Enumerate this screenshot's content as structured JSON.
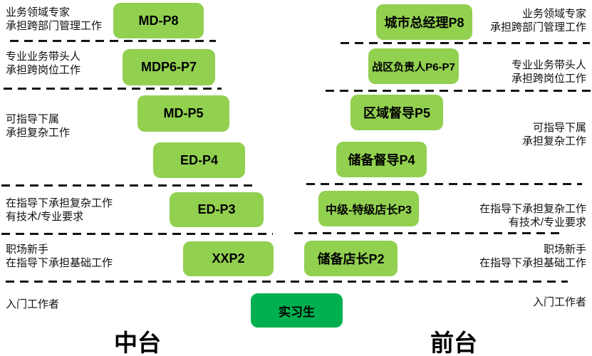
{
  "diagram": {
    "colors": {
      "level_box_green": "#92D050",
      "intern_green": "#00B050",
      "dash_line": "#141414",
      "text": "#000000"
    },
    "left": {
      "platform_label": "中台",
      "boxes": [
        {
          "label": "MD-P8"
        },
        {
          "label": "MDP6-P7"
        },
        {
          "label": "MD-P5"
        },
        {
          "label": "ED-P4"
        },
        {
          "label": "ED-P3"
        },
        {
          "label": "XXP2"
        }
      ],
      "descriptions": [
        "业务领域专家\n承担跨部门管理工作",
        "专业业务带头人\n承担跨岗位工作",
        "可指导下属\n承担复杂工作",
        "在指导下承担复杂工作\n有技术/专业要求",
        "职场新手\n在指导下承担基础工作",
        "入门工作者"
      ]
    },
    "right": {
      "platform_label": "前台",
      "boxes": [
        {
          "label": "城市总经理P8"
        },
        {
          "label": "战区负责人P6-P7"
        },
        {
          "label": "区域督导P5"
        },
        {
          "label": "储备督导P4"
        },
        {
          "label": "中级-特级店长P3"
        },
        {
          "label": "储备店长P2"
        }
      ],
      "descriptions": [
        "业务领域专家\n承担跨部门管理工作",
        "专业业务带头人\n承担跨岗位工作",
        "可指导下属\n承担复杂工作",
        "在指导下承担复杂工作\n有技术/专业要求",
        "职场新手\n在指导下承担基础工作",
        "入门工作者"
      ]
    },
    "intern": {
      "label": "实习生"
    }
  }
}
